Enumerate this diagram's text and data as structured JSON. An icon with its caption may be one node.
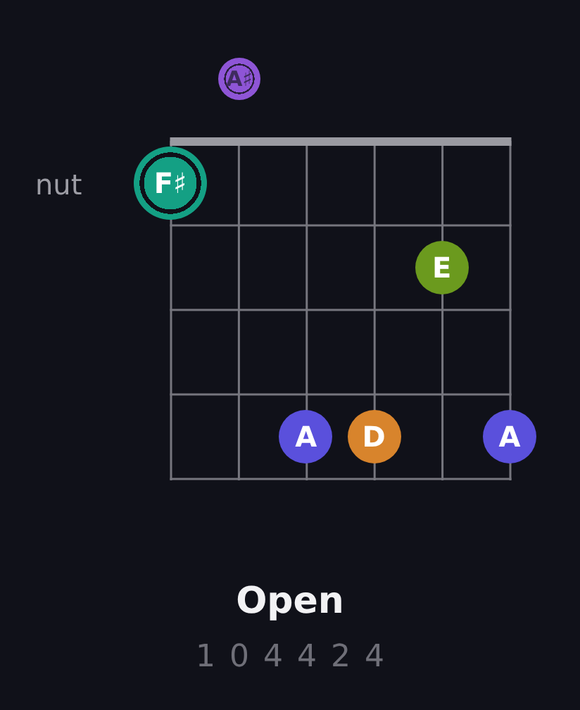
{
  "diagram": {
    "title": "Open",
    "caption": "1 0 4 4 2 4",
    "nodes": [
      {
        "text": [
          "A♯"
        ]
      },
      {
        "text": [
          "F♯"
        ]
      },
      {
        "text": [
          "E"
        ]
      },
      {
        "text": [
          "A"
        ]
      },
      {
        "text": [
          "D"
        ]
      },
      {
        "text": [
          "A"
        ]
      }
    ],
    "labels": [
      "nut"
    ]
  }
}
